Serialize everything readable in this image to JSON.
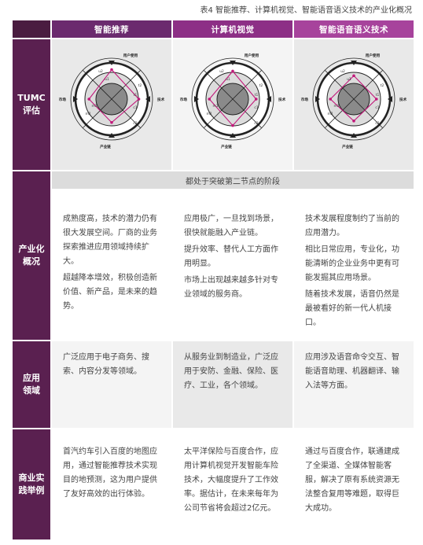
{
  "caption": "表4 智能推荐、计算机视觉、智能语音语义技术的产业化概况",
  "columns": [
    "智能推荐",
    "计算机视觉",
    "智能语音语义技术"
  ],
  "rows": {
    "tumc": "TUMC\n评估",
    "industry": "产业化\n概况",
    "application": "应用\n领域",
    "business": "商业实\n践举例"
  },
  "radar_labels": {
    "top": "用户使用",
    "right": "技术",
    "bottom": "产业链",
    "left": "市场",
    "u1": "u1",
    "u2": "u2",
    "t1": "t1",
    "t2": "t2",
    "c1": "c1",
    "c2": "c2",
    "m1": "m1",
    "m2": "m2"
  },
  "radar_scores": [
    {
      "u": 0.78,
      "t": 0.72,
      "c": 0.62,
      "m": 0.6
    },
    {
      "u": 0.74,
      "t": 0.62,
      "c": 0.7,
      "m": 0.62
    },
    {
      "u": 0.62,
      "t": 0.6,
      "c": 0.58,
      "m": 0.62
    }
  ],
  "stage_banner": "都处于突破第二节点的阶段",
  "industry": [
    [
      "成熟度高，技术的潜力仍有很大发展空间。厂商的业务探索推进应用领域持续扩大。",
      "超越降本增效，积极创造新价值、新产品，是未来的趋势。"
    ],
    [
      "应用极广，一旦找到场景，很快就能融入产业链。",
      "提升效率、替代人工方面作用明显。",
      "市场上出现越来越多针对专业领域的服务商。"
    ],
    [
      "技术发展程度制约了当前的应用潜力。",
      "相比日常应用，专业化，功能清晰的企业业务中更有可能发掘其应用场景。",
      "随着技术发展，语音仍然是最被看好的新一代人机接口。"
    ]
  ],
  "application": [
    "广泛应用于电子商务、搜索、内容分发等领域。",
    "从服务业到制造业，广泛应用于安防、金融、保险、医疗、工业，各个领域。",
    "应用涉及语音命令交互、智能语音助理、机器翻译、输入法等方面。"
  ],
  "business": [
    "首汽约车引入百度的地图应用，通过智能推荐技术实现目的地预测，这为用户提供了友好高效的出行体验。",
    "太平洋保险与百度合作，应用计算机视觉开发智能车险技术，大幅度提升了工作效率。据估计，在未来每年为公司节省将会超过2亿元。",
    "通过与百度合作，联通建成了全渠道、全媒体智能客服，解决了原有系统资源无法整合复用等难题，取得巨大成功。"
  ]
}
